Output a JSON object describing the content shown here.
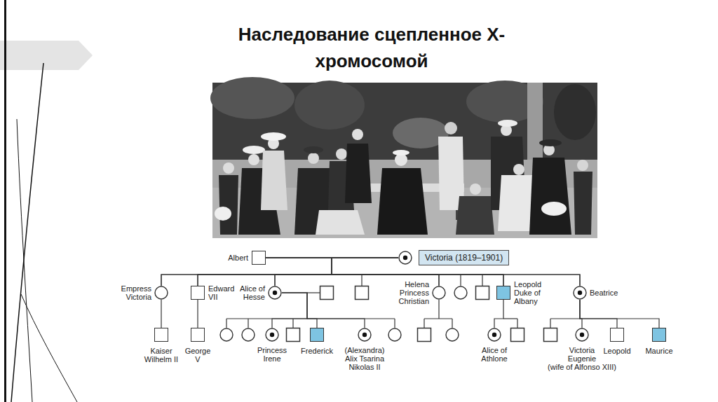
{
  "diagram": {
    "title": "Наследование сцепленное Х-хромосомой",
    "nodes": [
      {
        "text": [
          "Albert"
        ]
      },
      {
        "text": [
          "Victoria (1819–1901)"
        ]
      },
      {
        "text": [
          "Empress Victoria"
        ]
      },
      {
        "text": [
          "Edward VII"
        ]
      },
      {
        "text": [
          "Alice of Hesse"
        ]
      },
      {
        "text": [
          "Helena Princess Christian"
        ]
      },
      {
        "text": [
          "Leopold Duke of Albany"
        ]
      },
      {
        "text": [
          "Beatrice"
        ]
      },
      {
        "text": [
          "Kaiser Wilhelm II"
        ]
      },
      {
        "text": [
          "George V"
        ]
      },
      {
        "text": [
          "Princess Irene"
        ]
      },
      {
        "text": [
          "Frederick"
        ]
      },
      {
        "text": [
          "(Alexandra) Alix Tsarina Nikolas II"
        ]
      },
      {
        "text": [
          "Alice of Athlone"
        ]
      },
      {
        "text": [
          "Victoria Eugenie",
          "(wife of Alfonso XIII)"
        ]
      },
      {
        "text": [
          "Leopold"
        ]
      },
      {
        "text": [
          "Maurice"
        ]
      }
    ],
    "edges": [
      {
        "from": 0,
        "to": 1,
        "arrow": "none"
      },
      {
        "from": 0,
        "to": 2,
        "arrow": "none"
      },
      {
        "from": 1,
        "to": 2,
        "arrow": "none"
      },
      {
        "from": 0,
        "to": 3,
        "arrow": "none"
      },
      {
        "from": 1,
        "to": 3,
        "arrow": "none"
      },
      {
        "from": 0,
        "to": 4,
        "arrow": "none"
      },
      {
        "from": 1,
        "to": 4,
        "arrow": "none"
      },
      {
        "from": 0,
        "to": 5,
        "arrow": "none"
      },
      {
        "from": 1,
        "to": 5,
        "arrow": "none"
      },
      {
        "from": 0,
        "to": 6,
        "arrow": "none"
      },
      {
        "from": 1,
        "to": 6,
        "arrow": "none"
      },
      {
        "from": 0,
        "to": 7,
        "arrow": "none"
      },
      {
        "from": 1,
        "to": 7,
        "arrow": "none"
      },
      {
        "from": 2,
        "to": 8,
        "arrow": "none"
      },
      {
        "from": 3,
        "to": 9,
        "arrow": "none"
      },
      {
        "from": 4,
        "to": 10,
        "arrow": "none"
      },
      {
        "from": 4,
        "to": 11,
        "arrow": "none"
      },
      {
        "from": 4,
        "to": 12,
        "arrow": "none"
      },
      {
        "from": 6,
        "to": 13,
        "arrow": "none"
      },
      {
        "from": 7,
        "to": 14,
        "arrow": "none"
      },
      {
        "from": 7,
        "to": 15,
        "arrow": "none"
      },
      {
        "from": 7,
        "to": 16,
        "arrow": "none"
      }
    ]
  }
}
